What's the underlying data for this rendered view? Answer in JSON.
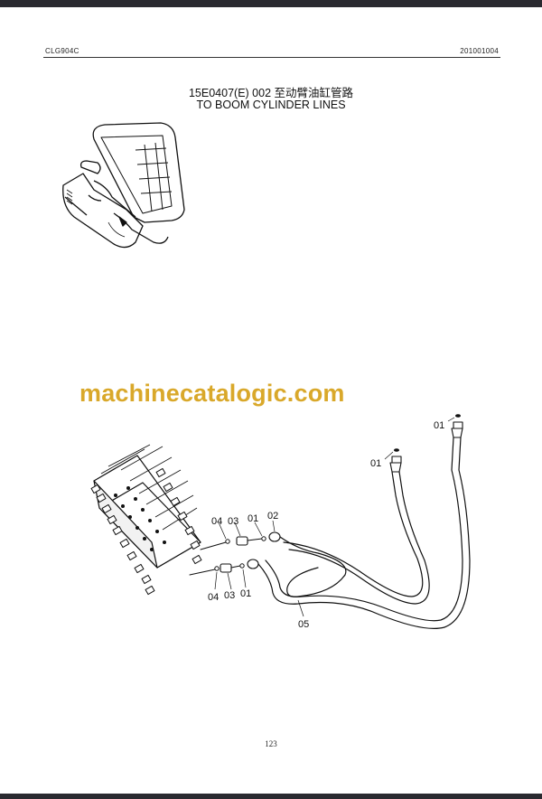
{
  "header": {
    "model": "CLG904C",
    "code": "201001004"
  },
  "title": {
    "line1": "15E0407(E) 002 至动臂油缸管路",
    "line2": "TO BOOM CYLINDER LINES"
  },
  "watermark": "machinecatalogic.com",
  "callouts": {
    "upper_01_right": "01",
    "upper_01_left": "01",
    "row1_04": "04",
    "row1_03": "03",
    "row1_01": "01",
    "row1_02": "02",
    "row2_04": "04",
    "row2_03": "03",
    "row2_01": "01",
    "hose_05": "05"
  },
  "footer": {
    "page_number": "123"
  }
}
